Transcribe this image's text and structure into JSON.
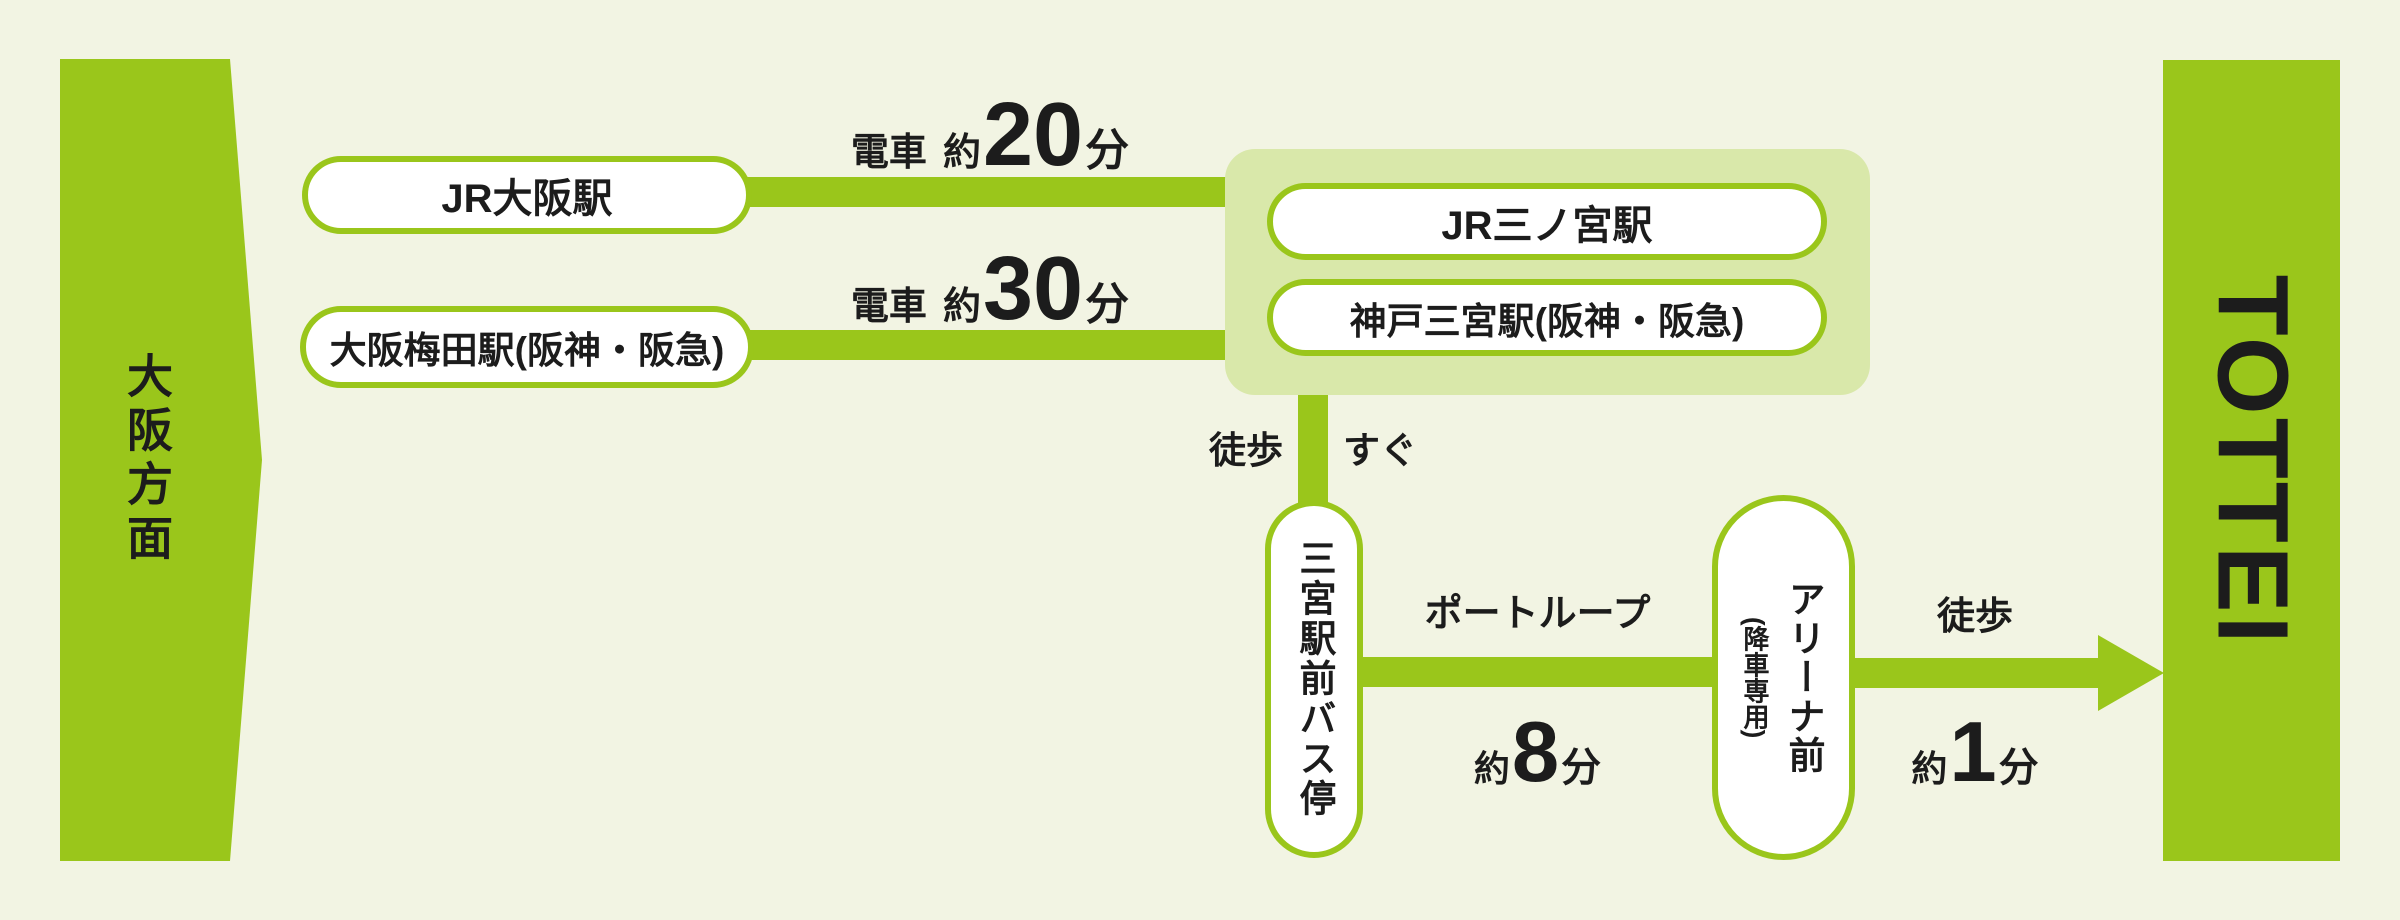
{
  "colors": {
    "green": "#9ac61b",
    "light_green": "#d9e8aa",
    "background": "#f2f4e3",
    "text": "#1c1c1c"
  },
  "endpoints": {
    "origin": "大阪方面",
    "destination": "TOTTEI"
  },
  "stations": {
    "jr_osaka": "JR大阪駅",
    "osaka_umeda": "大阪梅田駅(阪神・阪急)",
    "jr_sannomiya": "JR三ノ宮駅",
    "kobe_sannomiya": "神戸三宮駅(阪神・阪急)",
    "sannomiya_bus_stop": "三宮駅前バス停",
    "arena_mae": "アリーナ前",
    "arena_mae_note": "(降車専用)"
  },
  "legs": {
    "train1": {
      "mode": "電車",
      "approx": "約",
      "minutes": "20",
      "unit": "分"
    },
    "train2": {
      "mode": "電車",
      "approx": "約",
      "minutes": "30",
      "unit": "分"
    },
    "walk_to_bus": {
      "mode": "徒歩",
      "duration": "すぐ"
    },
    "bus": {
      "mode": "ポートループ",
      "approx": "約",
      "minutes": "8",
      "unit": "分"
    },
    "walk_final": {
      "mode": "徒歩",
      "approx": "約",
      "minutes": "1",
      "unit": "分"
    }
  }
}
